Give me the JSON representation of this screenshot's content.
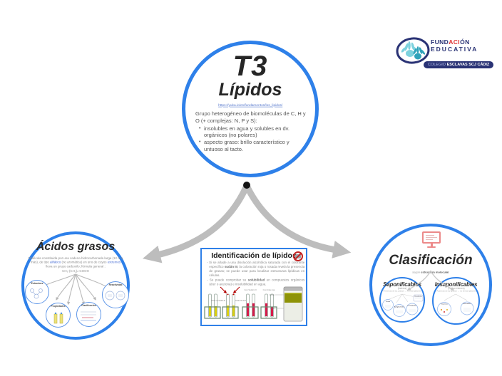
{
  "logo": {
    "name_pre": "FUND",
    "name_accent": "ACI",
    "name_post": "ÓN",
    "name_line2": "EDUCATIVA",
    "banner_regular": "COLEGIO",
    "banner_bold": "ESCLAVAS SCJ CÁDIZ"
  },
  "main": {
    "title": "T3",
    "subtitle": "Lípidos",
    "link": "https://yuka.io/es/fundamentos/los_lipidos/",
    "intro": "Grupo heterogéneo de biomoléculas de C, H y O (+ complejas: N, P y S):",
    "bullets": [
      "insolubles en agua y solubles en dv. orgánicos (no polares)",
      "aspecto graso: brillo característico y untuoso al tacto."
    ]
  },
  "acidos": {
    "title": "Ácidos grasos",
    "desc_1": "Molécula constituida por una cadena hidrocarbonada larga (12 C o más), de tipo ",
    "term_1": "alifático",
    "desc_2": " (no aromática) en uno de cuyos ",
    "term_2": "extremos",
    "desc_3": " lleva un grupo carboxilo; fórmula general :",
    "formula": "CH₃-(CH₂)ₙ-COOH",
    "nodes": [
      "Estructura",
      "Reactividad",
      "Propiedades",
      "Clasificación"
    ]
  },
  "ident": {
    "title": "Identificación de lípidos",
    "b1_pre": "Si se añade a una disolución alcohólica saturada con el colorante específico ",
    "b1_bold": "sudán III",
    "b1_post": ", la coloración roja o rosada revela la presencia de grasas; se puede usar para localizar estructuras lipídicas en células.",
    "b2_pre": "Se puede comprobar su ",
    "b2_bold": "solubilidad",
    "b2_post": " en compuestos orgánicos (éter o acetona) e insolubilidad en agua.",
    "labels": {
      "drop_left": "Gotas de Sudán III",
      "drop_right": "Gotas de tinta roja",
      "beaker_sudan": "Con Sudán III",
      "beaker_tinta": "Con tinta roja",
      "jar_oil": "Aceite",
      "jar_water": "Agua"
    }
  },
  "clasif": {
    "title": "Clasificación",
    "subtitle_pre": "según ",
    "subtitle_bold": "estructura molecular",
    "sapon": {
      "title": "Saponificables",
      "sub": "(ésteres)",
      "desc": "Presencia de ác. grasos → Forman jabones",
      "nodes": [
        "Ceras",
        "Acilglicéridos",
        "Fosfolípidos",
        "Glucolípidos"
      ]
    },
    "insapon": {
      "title": "Insaponificables",
      "sub": "(no son ésteres)",
      "desc": "Ausencia de ác. grasos → no forman jabones",
      "nodes": [
        "Terpenos",
        "Esteroides"
      ]
    }
  }
}
